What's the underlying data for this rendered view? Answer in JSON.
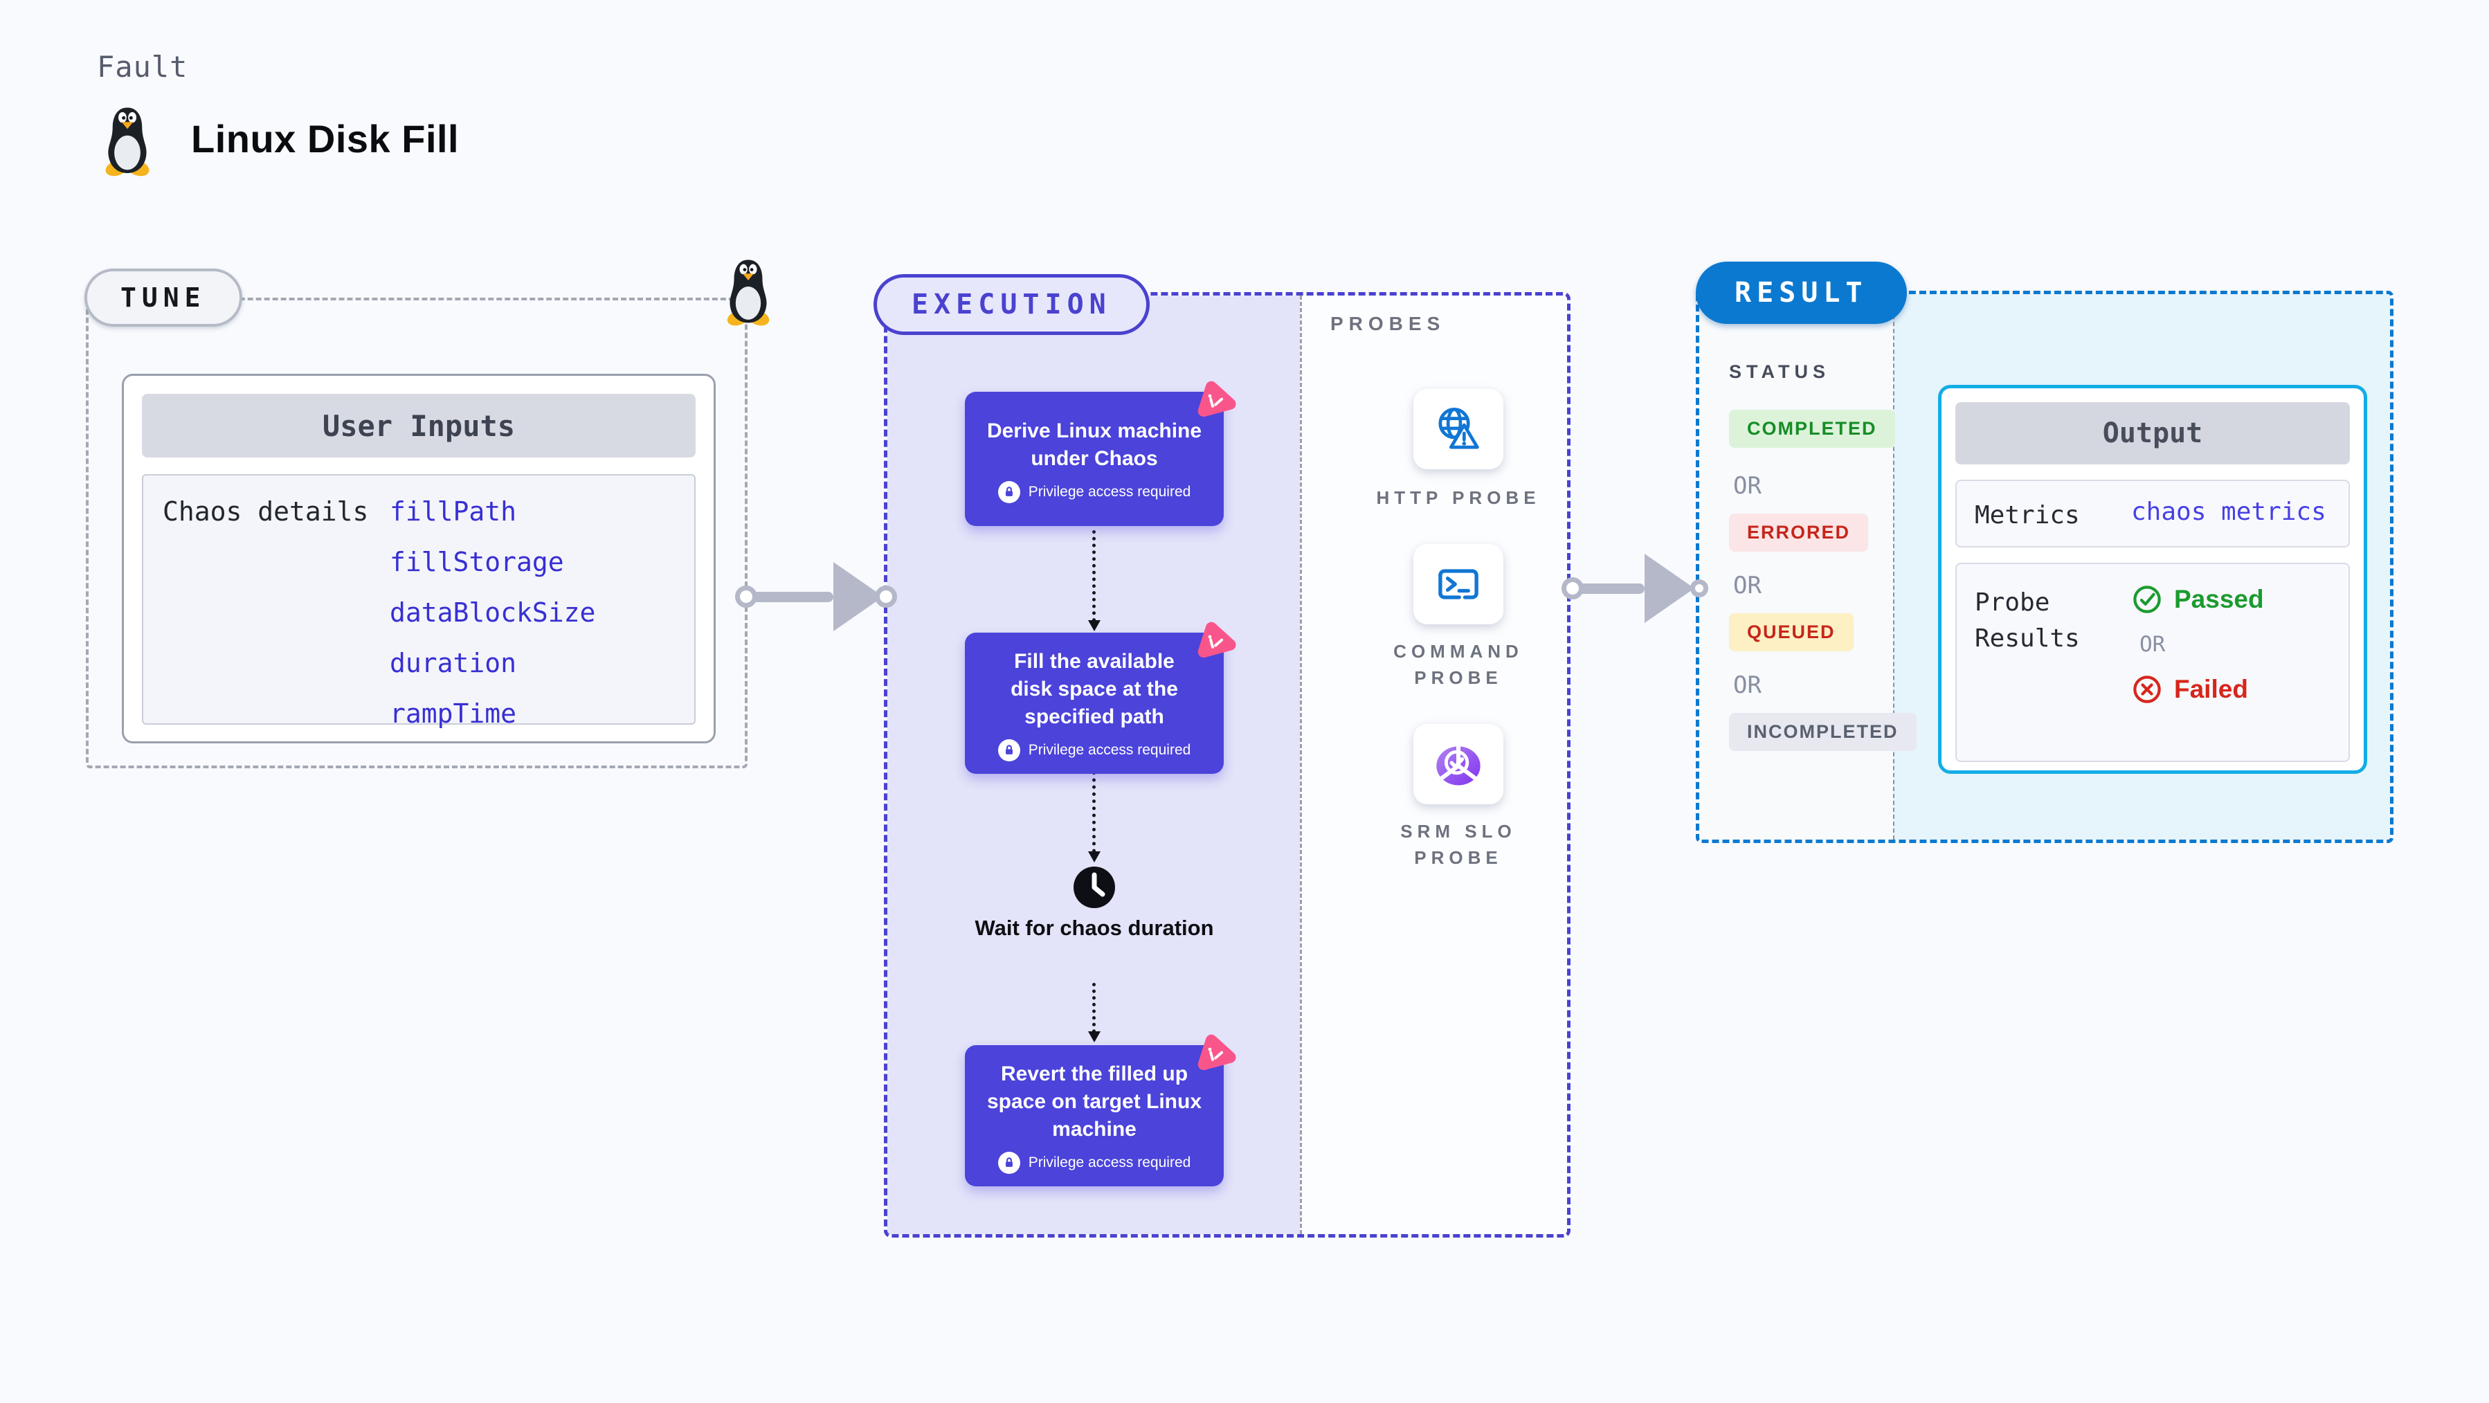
{
  "header": {
    "kicker": "Fault",
    "title": "Linux Disk Fill",
    "icon": "tux-penguin-icon"
  },
  "tune": {
    "label": "TUNE",
    "card": {
      "header": "User Inputs",
      "row_label": "Chaos details",
      "inputs": [
        "fillPath",
        "fillStorage",
        "dataBlockSize",
        "duration",
        "rampTime"
      ]
    }
  },
  "execution": {
    "label": "EXECUTION",
    "steps": [
      {
        "title": "Derive Linux machine under Chaos",
        "badge": "Privilege access required",
        "corner_icon": "chaos-scenario-icon",
        "badge_icon": "lock-icon"
      },
      {
        "title": "Fill the available disk space at the specified path",
        "badge": "Privilege access required",
        "corner_icon": "chaos-scenario-icon",
        "badge_icon": "lock-icon"
      },
      {
        "title": "Revert the filled up space on target Linux machine",
        "badge": "Privilege access required",
        "corner_icon": "chaos-scenario-icon",
        "badge_icon": "lock-icon"
      }
    ],
    "wait": {
      "title": "Wait for chaos duration",
      "icon": "clock-icon"
    }
  },
  "probes": {
    "label": "PROBES",
    "items": [
      {
        "name": "HTTP PROBE",
        "icon": "globe-alert-icon"
      },
      {
        "name": "COMMAND PROBE",
        "icon": "terminal-icon"
      },
      {
        "name": "SRM SLO PROBE",
        "icon": "slo-donut-check-icon"
      }
    ]
  },
  "result": {
    "label": "RESULT",
    "status": {
      "heading": "STATUS",
      "or_label": "OR",
      "badges": [
        {
          "text": "COMPLETED",
          "color": "#168d26",
          "bg": "#dcf3da"
        },
        {
          "text": "ERRORED",
          "color": "#c6251b",
          "bg": "#fbe5e6"
        },
        {
          "text": "QUEUED",
          "color": "#c6251b",
          "bg": "#fcf0c4"
        },
        {
          "text": "INCOMPLETED",
          "color": "#59606f",
          "bg": "#e8e9f0"
        }
      ]
    },
    "output": {
      "header": "Output",
      "metrics_label": "Metrics",
      "metrics_link": "chaos metrics",
      "probe_results_label": "Probe Results",
      "passed_label": "Passed",
      "or_label": "OR",
      "failed_label": "Failed",
      "passed_icon": "check-circle-icon",
      "failed_icon": "x-circle-icon"
    }
  },
  "colors": {
    "page_bg": "#f8fafd",
    "execution_accent": "#4a42cf",
    "step_card_bg": "#4b43da",
    "chaos_pink": "#f8568b",
    "result_accent": "#0b79d0",
    "output_border_cyan": "#13ade5",
    "link_indigo": "#382fd3",
    "probe_icon_blue": "#1176d4",
    "passed_green": "#1b9b2f",
    "failed_red": "#d6261c"
  }
}
